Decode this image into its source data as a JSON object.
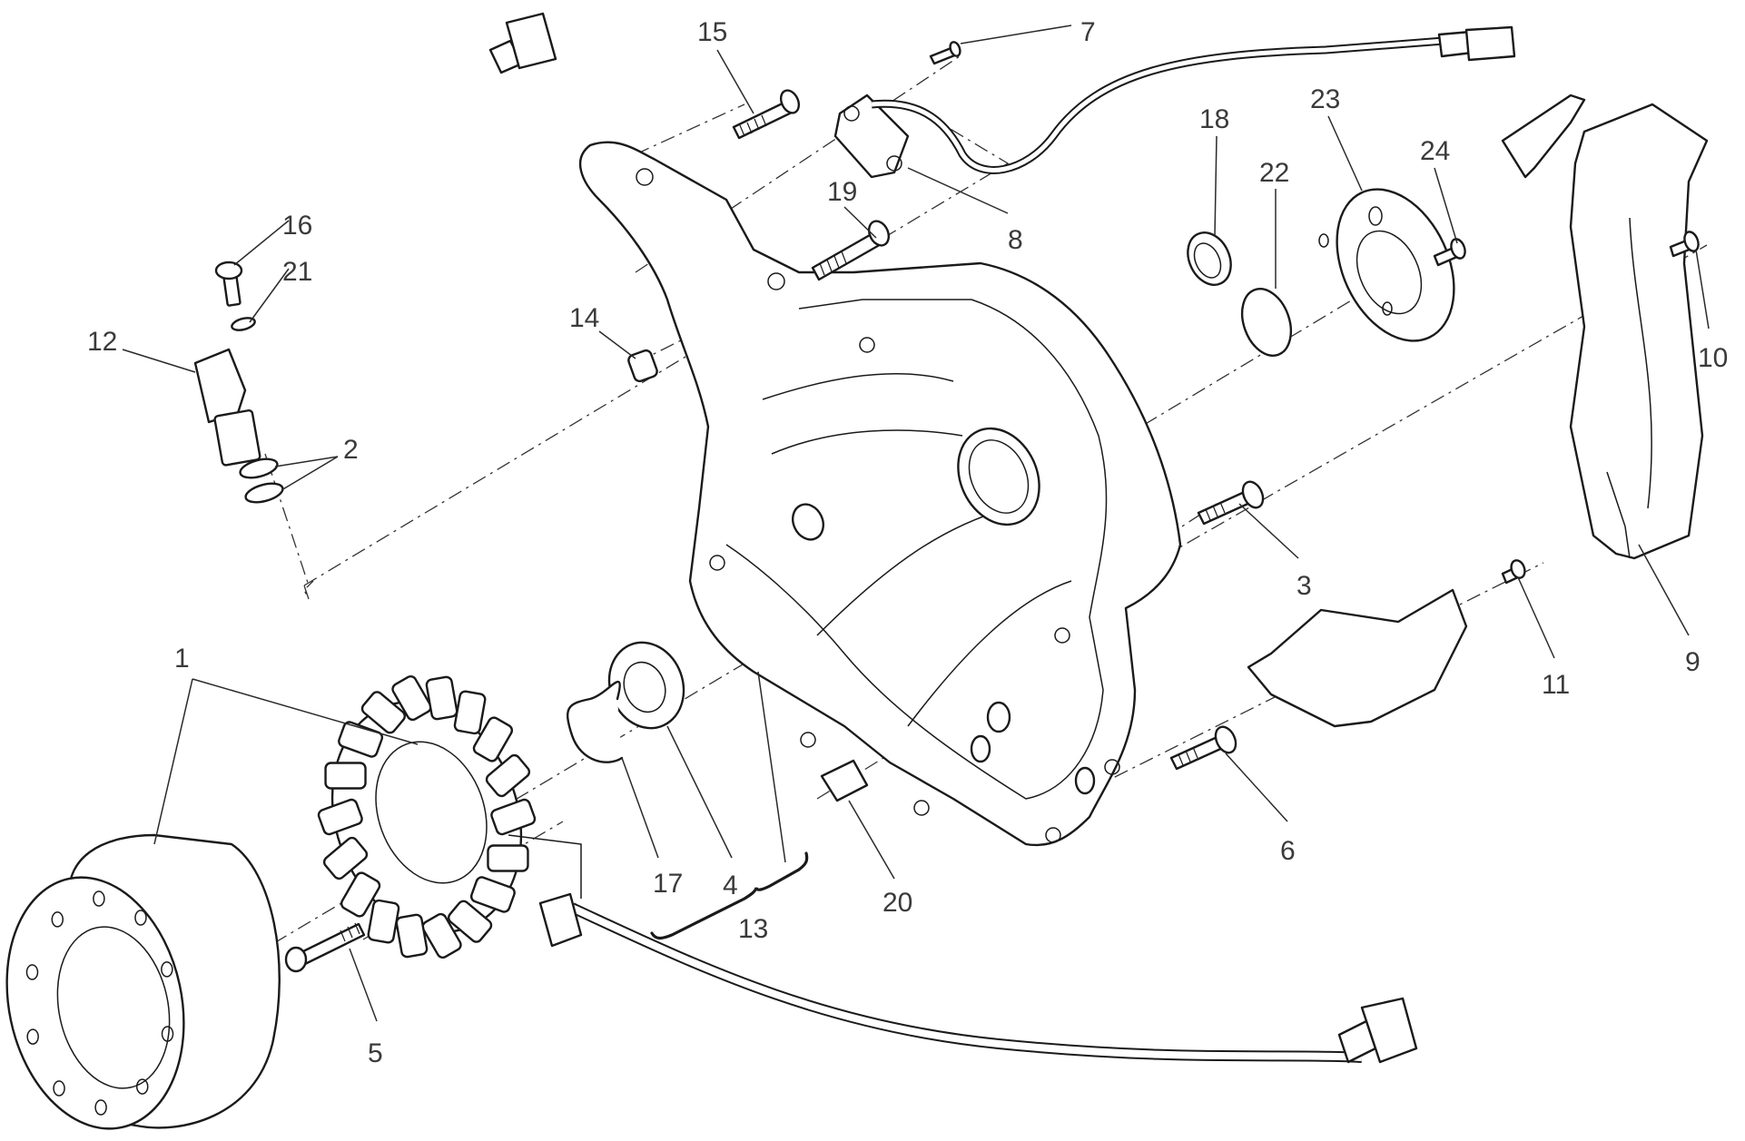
{
  "diagram": {
    "type": "exploded-parts-diagram",
    "subject": "generator cover assembly",
    "line_color": "#1a1a1a",
    "label_color": "#3a3a3a",
    "background": "#ffffff"
  },
  "callouts": [
    {
      "id": "1",
      "label": "1",
      "part": "generator rotor and stator"
    },
    {
      "id": "2",
      "label": "2",
      "part": "o-rings"
    },
    {
      "id": "3",
      "label": "3",
      "part": "screw"
    },
    {
      "id": "4",
      "label": "4",
      "part": "bearing"
    },
    {
      "id": "5",
      "label": "5",
      "part": "socket head screw"
    },
    {
      "id": "6",
      "label": "6",
      "part": "screw"
    },
    {
      "id": "7",
      "label": "7",
      "part": "screw"
    },
    {
      "id": "8",
      "label": "8",
      "part": "sensor with cable"
    },
    {
      "id": "9",
      "label": "9",
      "part": "bracket"
    },
    {
      "id": "10",
      "label": "10",
      "part": "screw"
    },
    {
      "id": "11",
      "label": "11",
      "part": "screw"
    },
    {
      "id": "12",
      "label": "12",
      "part": "pickup sensor with cable"
    },
    {
      "id": "13",
      "label": "13",
      "part": "generator cover kit"
    },
    {
      "id": "14",
      "label": "14",
      "part": "dowel"
    },
    {
      "id": "15",
      "label": "15",
      "part": "screw"
    },
    {
      "id": "16",
      "label": "16",
      "part": "screw"
    },
    {
      "id": "17",
      "label": "17",
      "part": "circlip"
    },
    {
      "id": "18",
      "label": "18",
      "part": "seal ring"
    },
    {
      "id": "19",
      "label": "19",
      "part": "screw"
    },
    {
      "id": "20",
      "label": "20",
      "part": "clip"
    },
    {
      "id": "21",
      "label": "21",
      "part": "washer"
    },
    {
      "id": "22",
      "label": "22",
      "part": "circlip"
    },
    {
      "id": "23",
      "label": "23",
      "part": "cover plate"
    },
    {
      "id": "24",
      "label": "24",
      "part": "screw"
    }
  ]
}
